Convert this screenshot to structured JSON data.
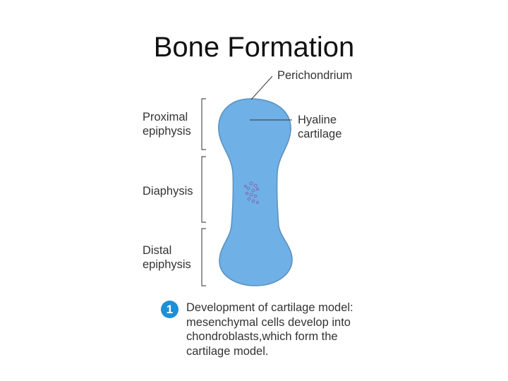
{
  "title": "Bone Formation",
  "labels": {
    "perichondrium": "Perichondrium",
    "hyaline_line1": "Hyaline",
    "hyaline_line2": "cartilage",
    "proximal_line1": "Proximal",
    "proximal_line2": "epiphysis",
    "diaphysis": "Diaphysis",
    "distal_line1": "Distal",
    "distal_line2": "epiphysis"
  },
  "step": {
    "number": "1",
    "caption_lines": [
      "Development of cartilage model:",
      "mesenchymal cells develop into",
      "chondroblasts,which form the",
      "cartilage model."
    ]
  },
  "colors": {
    "cartilage_fill": "#6fb0e6",
    "cartilage_outline": "#5a8fbd",
    "badge": "#1f8fd6",
    "cells": "#7d6fb3"
  }
}
